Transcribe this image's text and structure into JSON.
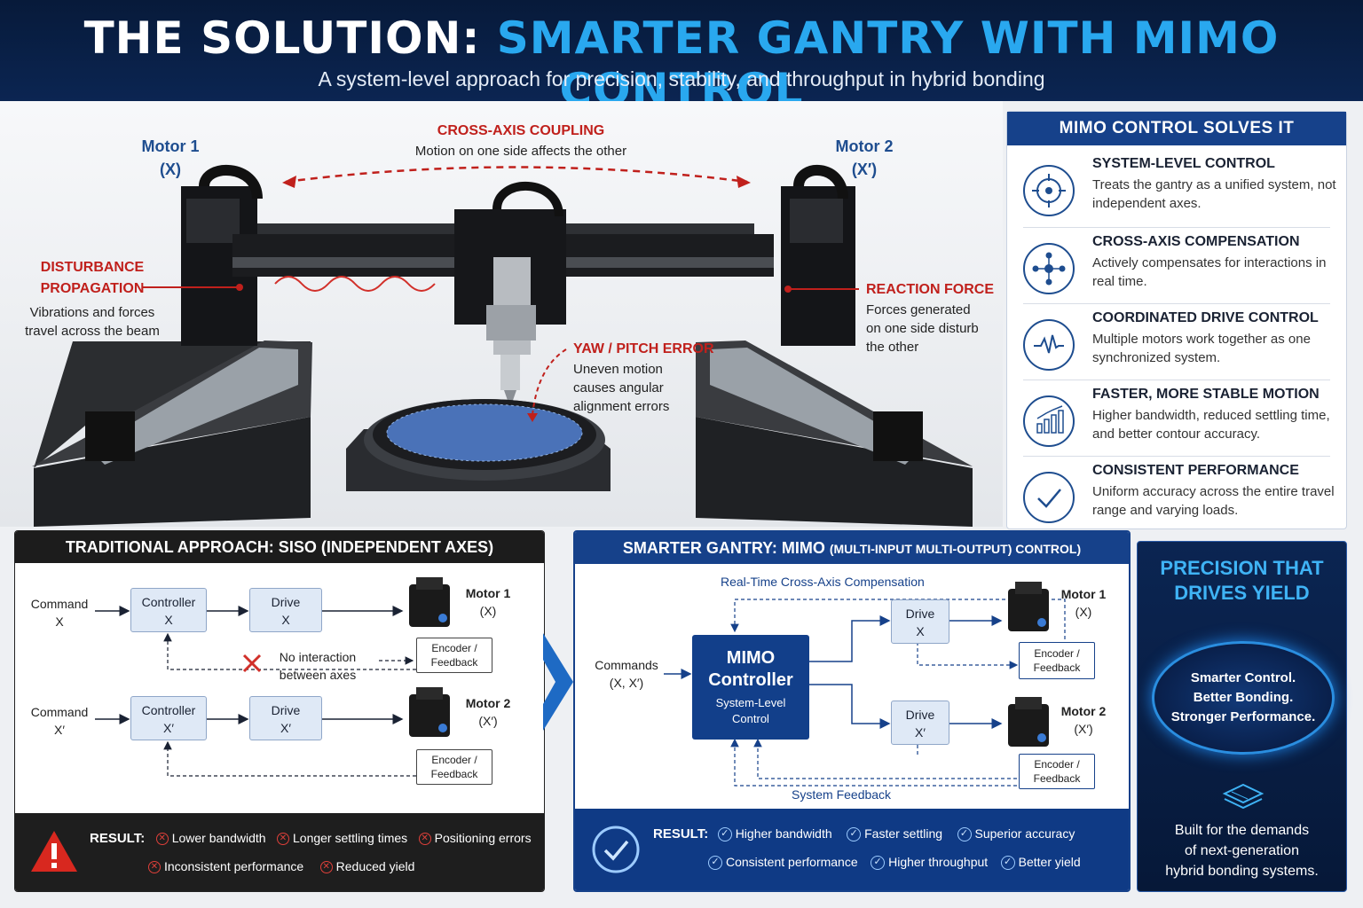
{
  "header": {
    "title_main": "THE SOLUTION: ",
    "title_accent": "SMARTER GANTRY WITH MIMO CONTROL",
    "subtitle": "A system-level approach for precision, stability, and throughput in hybrid bonding"
  },
  "hero": {
    "motor1": {
      "line1": "Motor 1",
      "line2": "(X)"
    },
    "motor2": {
      "line1": "Motor 2",
      "line2": "(X′)"
    },
    "coupling": {
      "title": "CROSS-AXIS COUPLING",
      "desc": "Motion on one side affects the other"
    },
    "disturbance": {
      "title1": "DISTURBANCE",
      "title2": "PROPAGATION",
      "desc1": "Vibrations and forces",
      "desc2": "travel across the beam"
    },
    "reaction": {
      "title": "REACTION FORCE",
      "desc1": "Forces generated",
      "desc2": "on one side disturb",
      "desc3": "the other"
    },
    "yaw": {
      "title": "YAW / PITCH ERROR",
      "desc1": "Uneven motion",
      "desc2": "causes angular",
      "desc3": "alignment errors"
    }
  },
  "solutions": {
    "header": "MIMO CONTROL SOLVES IT",
    "items": [
      {
        "icon": "target-icon",
        "title": "SYSTEM-LEVEL CONTROL",
        "desc": "Treats the gantry as a unified system, not independent axes."
      },
      {
        "icon": "network-icon",
        "title": "CROSS-AXIS COMPENSATION",
        "desc": "Actively compensates for interactions in real time."
      },
      {
        "icon": "waveform-icon",
        "title": "COORDINATED DRIVE CONTROL",
        "desc": "Multiple motors work together as one synchronized system."
      },
      {
        "icon": "bar-chart-icon",
        "title": "FASTER, MORE STABLE MOTION",
        "desc": "Higher bandwidth, reduced settling time, and better contour accuracy."
      },
      {
        "icon": "checkmark-icon",
        "title": "CONSISTENT PERFORMANCE",
        "desc": "Uniform accuracy across the entire travel range and varying loads."
      }
    ]
  },
  "siso": {
    "header": "TRADITIONAL APPROACH: SISO (INDEPENDENT AXES)",
    "cmd_x": {
      "l1": "Command",
      "l2": "X"
    },
    "cmd_x2": {
      "l1": "Command",
      "l2": "X′"
    },
    "ctrl_x": {
      "l1": "Controller",
      "l2": "X"
    },
    "ctrl_x2": {
      "l1": "Controller",
      "l2": "X′"
    },
    "drive_x": {
      "l1": "Drive",
      "l2": "X"
    },
    "drive_x2": {
      "l1": "Drive",
      "l2": "X′"
    },
    "motor1": {
      "l1": "Motor 1",
      "l2": "(X)"
    },
    "motor2": {
      "l1": "Motor 2",
      "l2": "(X′)"
    },
    "enc": {
      "l1": "Encoder /",
      "l2": "Feedback"
    },
    "no_inter": {
      "l1": "No interaction",
      "l2": "between axes"
    },
    "result_label": "RESULT:",
    "results": [
      "Lower bandwidth",
      "Longer settling times",
      "Positioning errors",
      "Inconsistent performance",
      "Reduced yield"
    ]
  },
  "mimo": {
    "header_main": "SMARTER GANTRY: MIMO ",
    "header_small": "(MULTI-INPUT MULTI-OUTPUT) CONTROL)",
    "rt_comp": "Real-Time Cross-Axis Compensation",
    "commands": {
      "l1": "Commands",
      "l2": "(X, X′)"
    },
    "controller": {
      "l1": "MIMO",
      "l2": "Controller",
      "l3": "System-Level",
      "l4": "Control"
    },
    "drive_x": {
      "l1": "Drive",
      "l2": "X"
    },
    "drive_x2": {
      "l1": "Drive",
      "l2": "X′"
    },
    "motor1": {
      "l1": "Motor 1",
      "l2": "(X)"
    },
    "motor2": {
      "l1": "Motor 2",
      "l2": "(X′)"
    },
    "enc": {
      "l1": "Encoder /",
      "l2": "Feedback"
    },
    "sys_fb": "System Feedback",
    "result_label": "RESULT:",
    "results": [
      "Higher bandwidth",
      "Faster settling",
      "Superior accuracy",
      "Consistent performance",
      "Higher throughput",
      "Better yield"
    ]
  },
  "yield_panel": {
    "title1": "PRECISION THAT",
    "title2": "DRIVES YIELD",
    "ring1": "Smarter Control.",
    "ring2": "Better Bonding.",
    "ring3": "Stronger Performance.",
    "foot1": "Built for the demands",
    "foot2": "of next-generation",
    "foot3": "hybrid bonding systems."
  },
  "colors": {
    "brand_blue": "#16418a",
    "accent_cyan": "#29a8ef",
    "alert_red": "#c0201c"
  }
}
